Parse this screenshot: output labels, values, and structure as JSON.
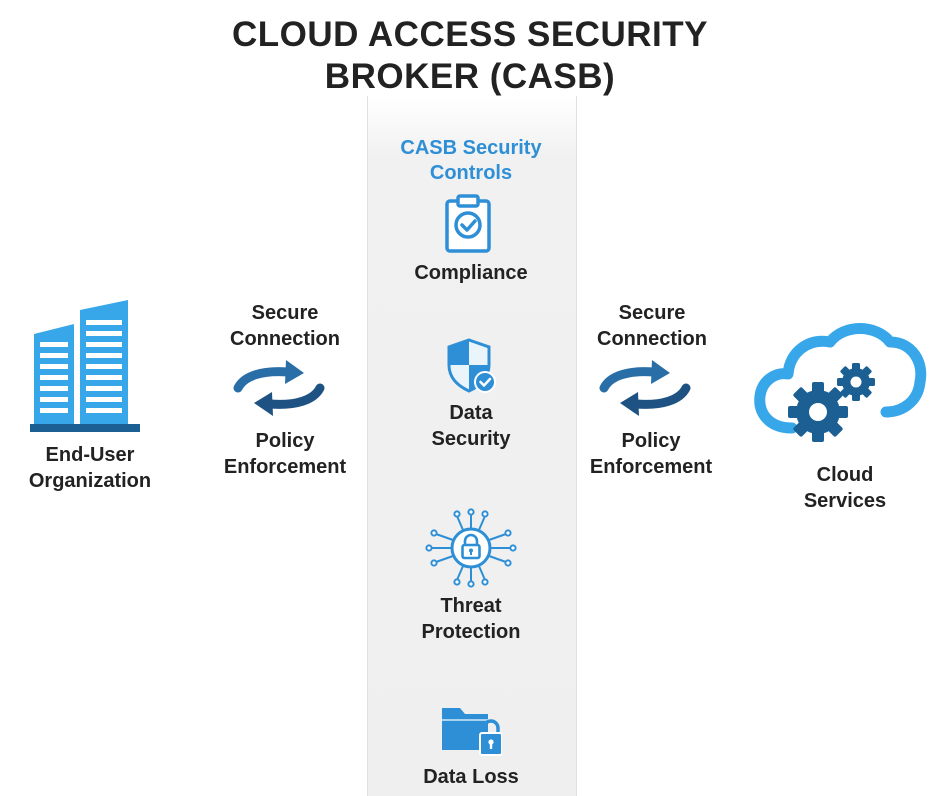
{
  "title": {
    "line1": "CLOUD ACCESS SECURITY",
    "line2": "BROKER (CASB)"
  },
  "panel": {
    "header_line1": "CASB Security",
    "header_line2": "Controls",
    "controls": [
      {
        "line1": "Compliance",
        "icon": "clipboard-check-icon"
      },
      {
        "line1": "Data",
        "line2": "Security",
        "icon": "shield-check-icon"
      },
      {
        "line1": "Threat",
        "line2": "Protection",
        "icon": "circuit-lock-icon"
      },
      {
        "line1": "Data Loss",
        "icon": "folder-lock-icon"
      }
    ]
  },
  "left": {
    "org_line1": "End-User",
    "org_line2": "Organization",
    "icon": "office-buildings-icon"
  },
  "right": {
    "cloud_line1": "Cloud",
    "cloud_line2": "Services",
    "icon": "cloud-gears-icon"
  },
  "connection_left": {
    "top_line1": "Secure",
    "top_line2": "Connection",
    "bottom_line1": "Policy",
    "bottom_line2": "Enforcement",
    "icon": "sync-arrows-icon"
  },
  "connection_right": {
    "top_line1": "Secure",
    "top_line2": "Connection",
    "bottom_line1": "Policy",
    "bottom_line2": "Enforcement",
    "icon": "sync-arrows-icon"
  },
  "colors": {
    "accent_blue": "#2e8fd6",
    "light_blue": "#38a7ea",
    "dark_blue": "#1b5f93",
    "panel_bg": "#efefef"
  }
}
